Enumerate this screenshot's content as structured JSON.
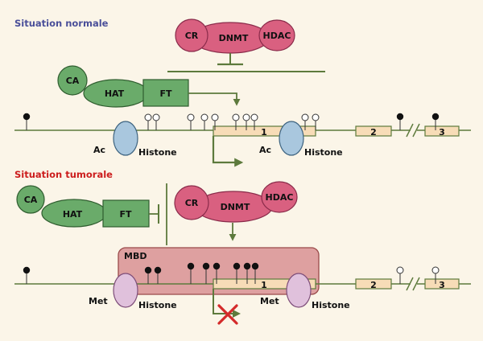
{
  "sections": {
    "normal": {
      "title": "Situation normale"
    },
    "tumoral": {
      "title": "Situation tumorale"
    }
  },
  "proteins": {
    "cr": "CR",
    "dnmt": "DNMT",
    "hdac": "HDAC",
    "ca": "CA",
    "hat": "HAT",
    "ft": "FT",
    "mbd": "MBD"
  },
  "labels": {
    "ac": "Ac",
    "met": "Met",
    "histone": "Histone"
  },
  "exons": [
    "1",
    "2",
    "3"
  ],
  "colors": {
    "background": "#fbf5e8",
    "section_normal": "#4a4f99",
    "section_tumoral": "#cc1d1d",
    "repressor_fill": "#d96080",
    "activator_fill": "#6aab6a",
    "line": "#5d7a3c",
    "histone_acetylated": "#a9c7de",
    "histone_methylated": "#e0c1dc",
    "mbd_fill": "#dea0a0",
    "exon_fill": "#f7dcb7",
    "blocked_cross": "#d42a2a"
  }
}
